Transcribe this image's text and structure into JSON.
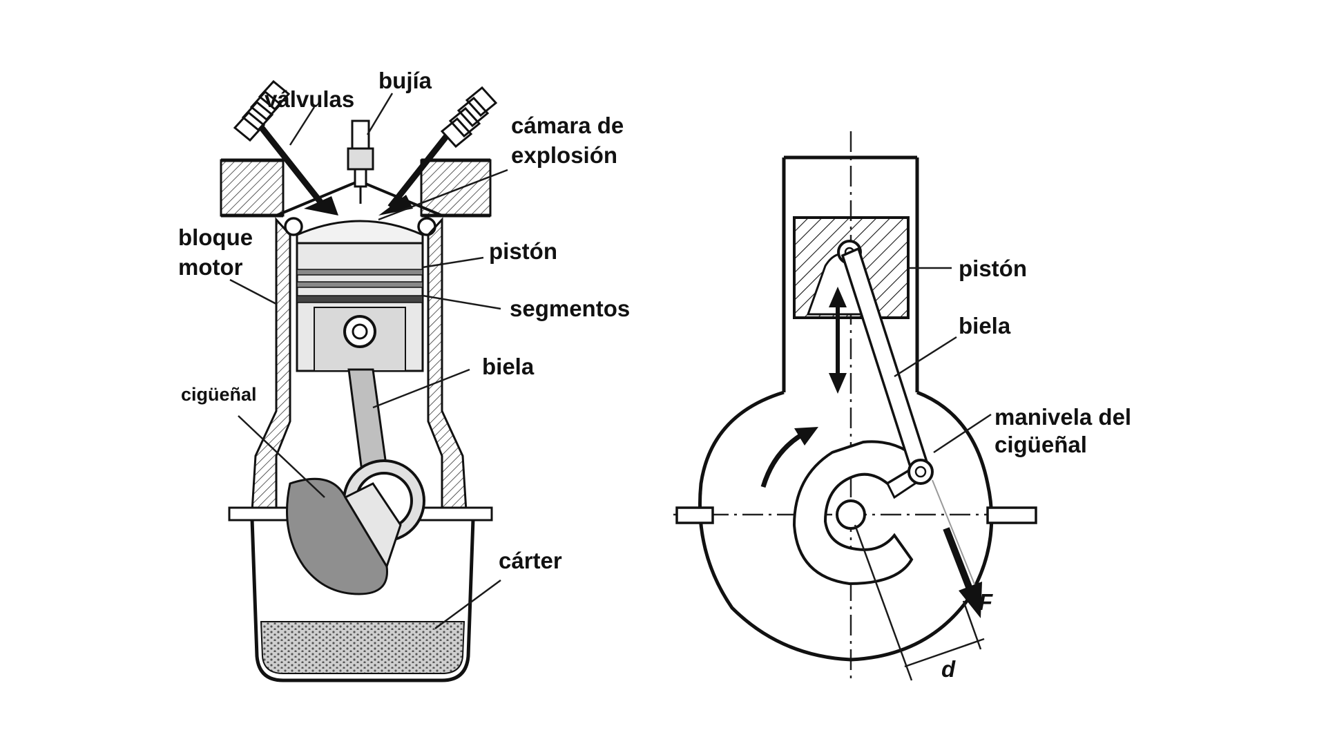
{
  "engine_labels": {
    "valvulas": "válvulas",
    "bujia": "bujía",
    "camara_line1": "cámara de",
    "camara_line2": "explosión",
    "bloque_line1": "bloque",
    "bloque_line2": "motor",
    "piston": "pistón",
    "segmentos": "segmentos",
    "biela": "biela",
    "ciguenal": "cigüeñal",
    "carter": "cárter"
  },
  "mechanism_labels": {
    "piston": "pistón",
    "biela": "biela",
    "manivela_line1": "manivela del",
    "manivela_line2": "cigüeñal",
    "force": "F",
    "distance": "d"
  },
  "colors": {
    "line": "#111111",
    "crank_fill": "#8f8f8f",
    "piston_fill": "#e8e8e8",
    "oil_fill": "#c9c9c9"
  }
}
